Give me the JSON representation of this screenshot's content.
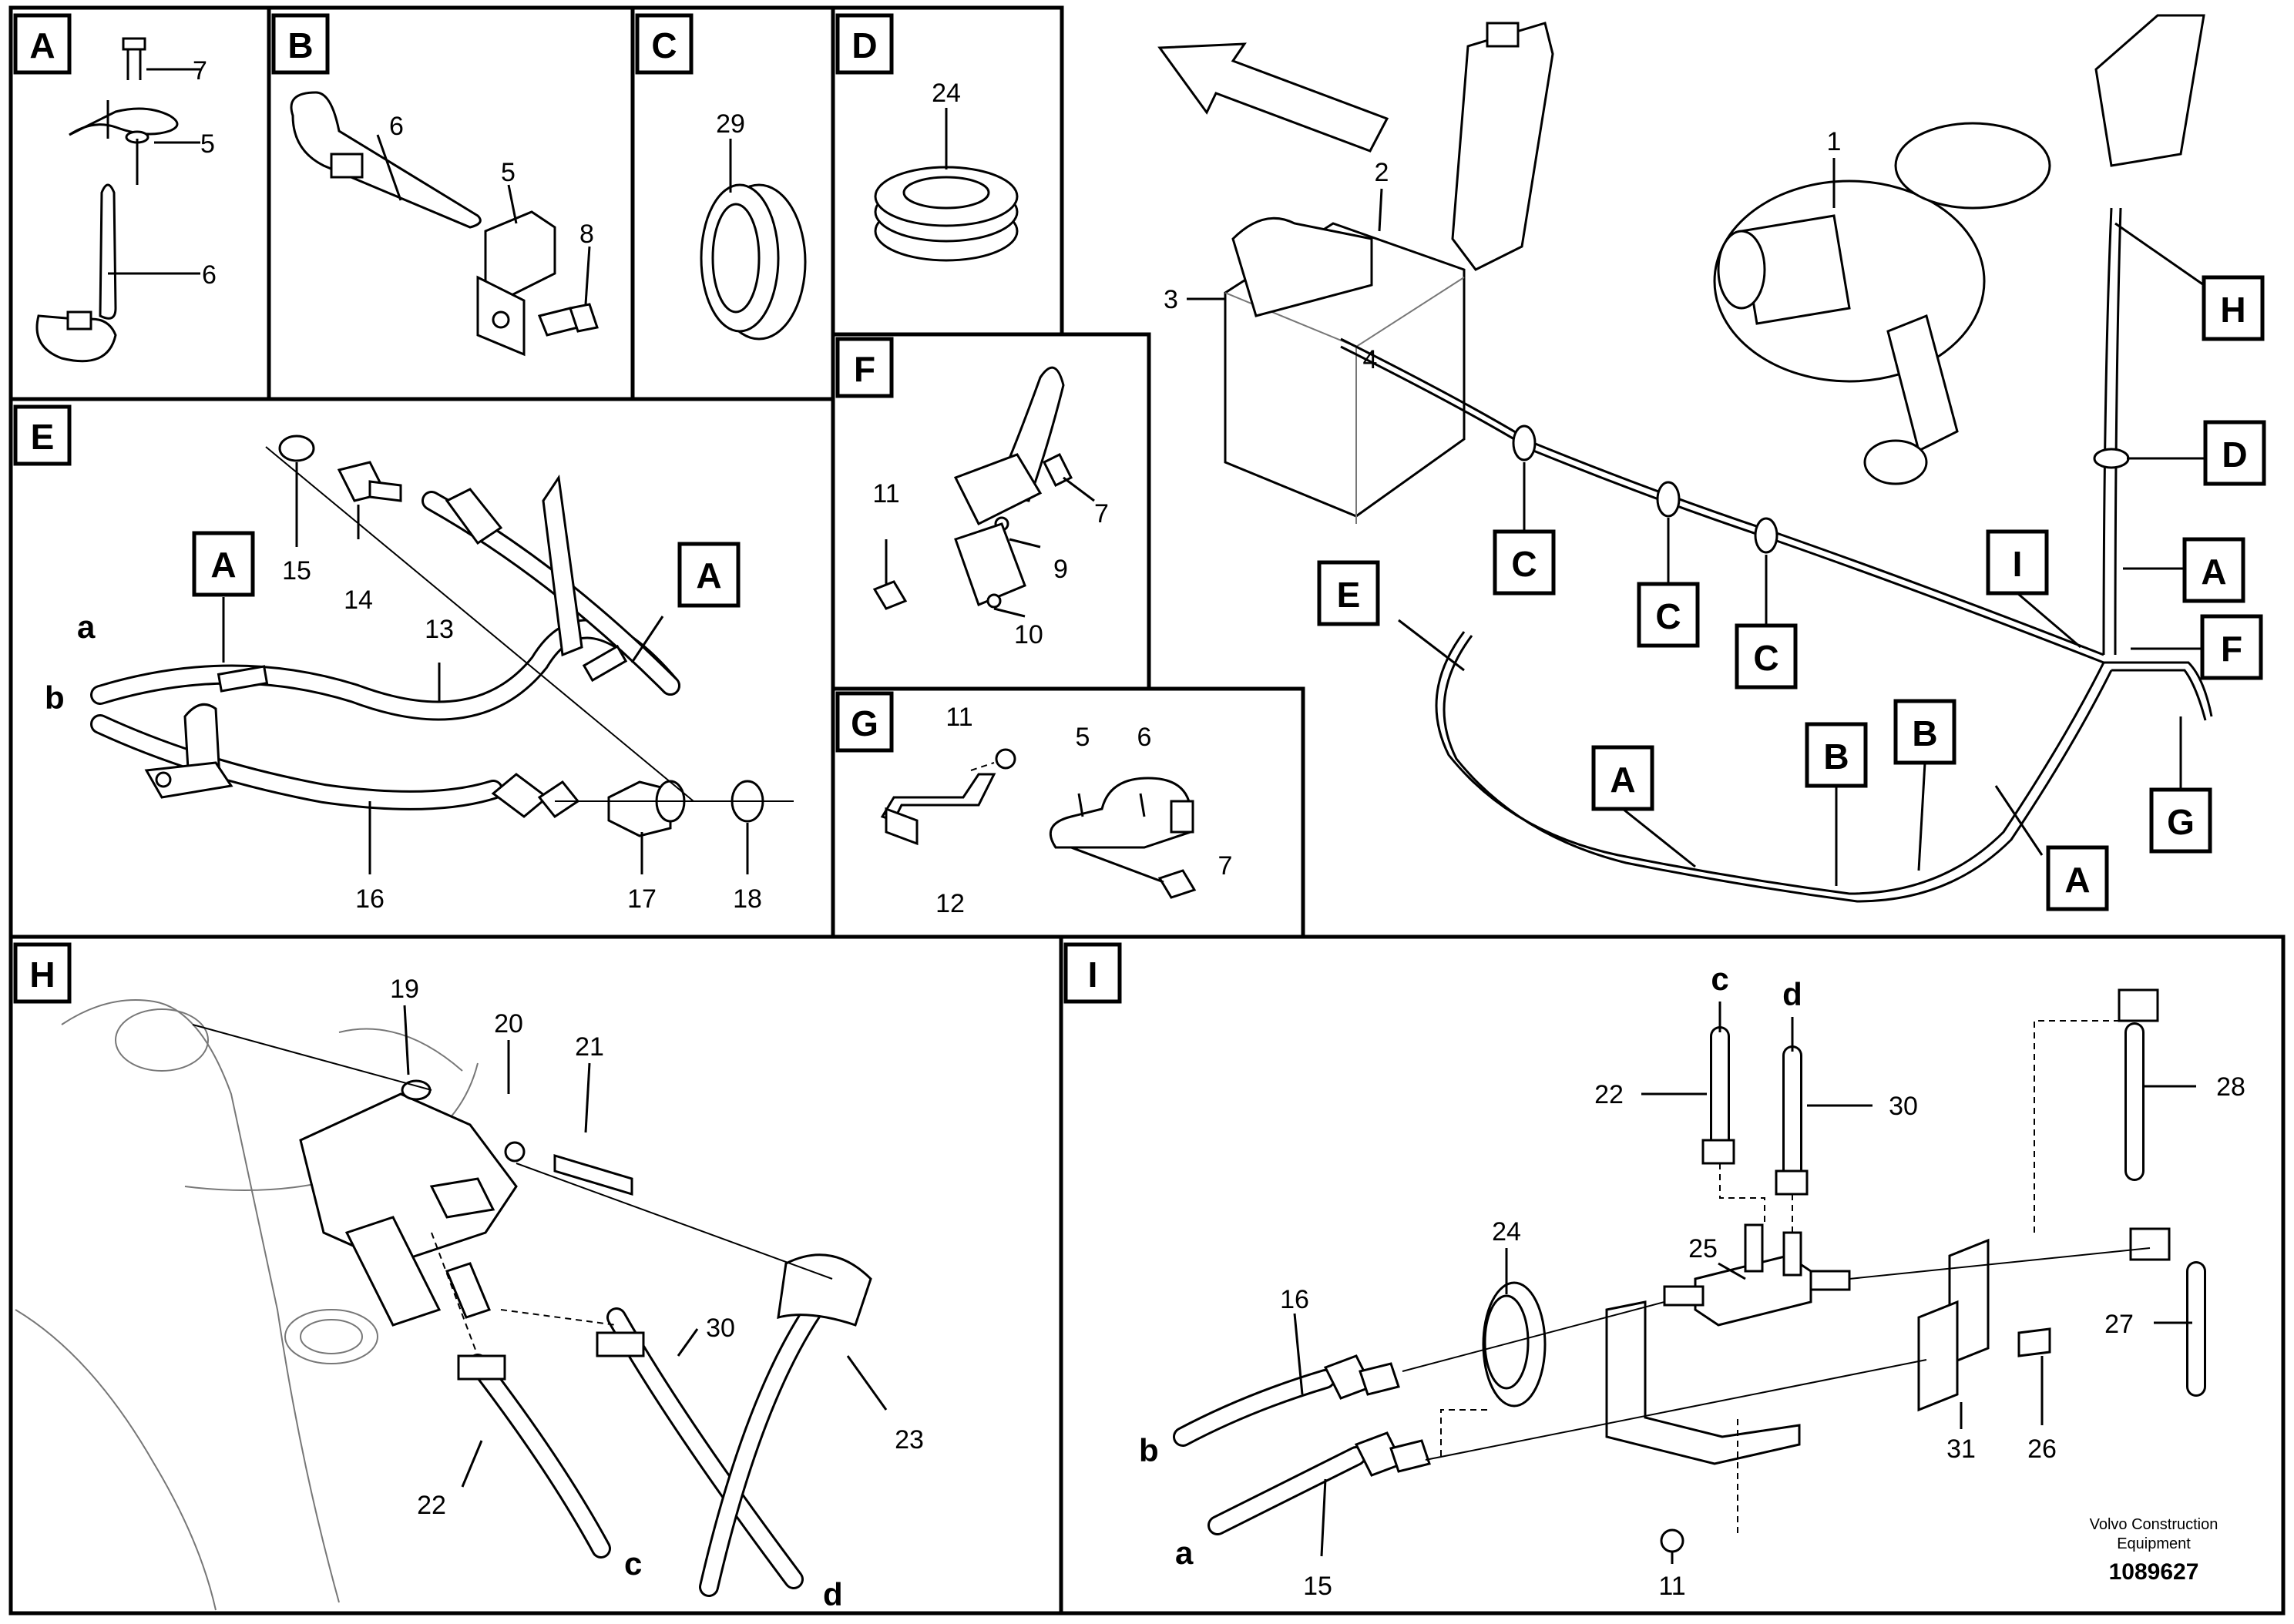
{
  "panels": {
    "A": "A",
    "B": "B",
    "C": "C",
    "D": "D",
    "E": "E",
    "F": "F",
    "G": "G",
    "H": "H",
    "I": "I"
  },
  "overview_tags": {
    "c1": "C",
    "c2": "C",
    "c3": "C",
    "d": "D",
    "e": "E",
    "a1": "A",
    "a2": "A",
    "a3": "A",
    "b1": "B",
    "b2": "B",
    "f": "F",
    "g": "G",
    "h": "H",
    "i": "I"
  },
  "callouts": {
    "a_7": "7",
    "a_5": "5",
    "a_6": "6",
    "b_6": "6",
    "b_5": "5",
    "b_8": "8",
    "c_29": "29",
    "d_24": "24",
    "f_11": "11",
    "f_7": "7",
    "f_9": "9",
    "f_10": "10",
    "g_11": "11",
    "g_5": "5",
    "g_6": "6",
    "g_12": "12",
    "g_7": "7",
    "e_15": "15",
    "e_14": "14",
    "e_13": "13",
    "e_16": "16",
    "e_17": "17",
    "e_18": "18",
    "e_a": "a",
    "e_b": "b",
    "e_tag1": "A",
    "e_tag2": "A",
    "o_1": "1",
    "o_2": "2",
    "o_3": "3",
    "o_4": "4",
    "h_19": "19",
    "h_20": "20",
    "h_21": "21",
    "h_30": "30",
    "h_23": "23",
    "h_22": "22",
    "h_c": "c",
    "h_d": "d",
    "i_c": "c",
    "i_d": "d",
    "i_22": "22",
    "i_30": "30",
    "i_28": "28",
    "i_25": "25",
    "i_24": "24",
    "i_16": "16",
    "i_27": "27",
    "i_31": "31",
    "i_26": "26",
    "i_b": "b",
    "i_a": "a",
    "i_15": "15",
    "i_11": "11"
  },
  "footer": {
    "brand_line1": "Volvo Construction",
    "brand_line2": "Equipment",
    "doc_number": "1089627"
  }
}
